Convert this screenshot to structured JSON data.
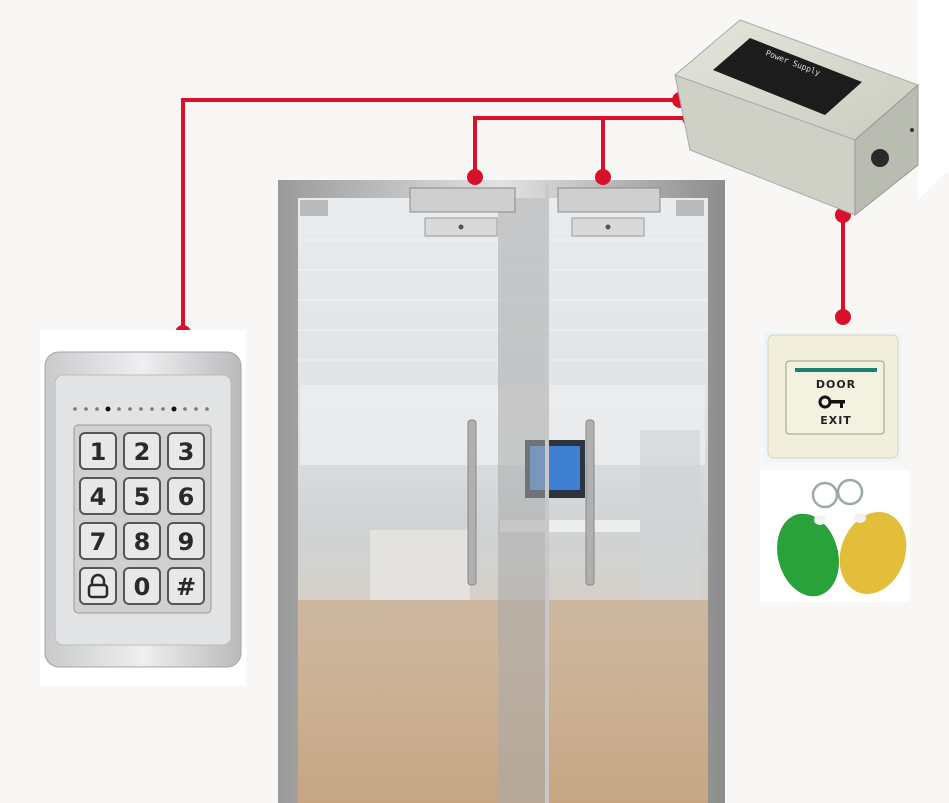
{
  "diagram": {
    "title": "Glass door access control system",
    "wire_color": "#d8102a",
    "components": {
      "power_supply": {
        "label": "Power Supply"
      },
      "keypad": {
        "keys": [
          "1",
          "2",
          "3",
          "4",
          "5",
          "6",
          "7",
          "8",
          "9",
          "lock",
          "0",
          "#"
        ]
      },
      "exit_button": {
        "top_label": "DOOR",
        "bottom_label": "EXIT"
      },
      "magnetic_locks": 2,
      "rfid_tags": [
        "green",
        "yellow"
      ]
    }
  }
}
